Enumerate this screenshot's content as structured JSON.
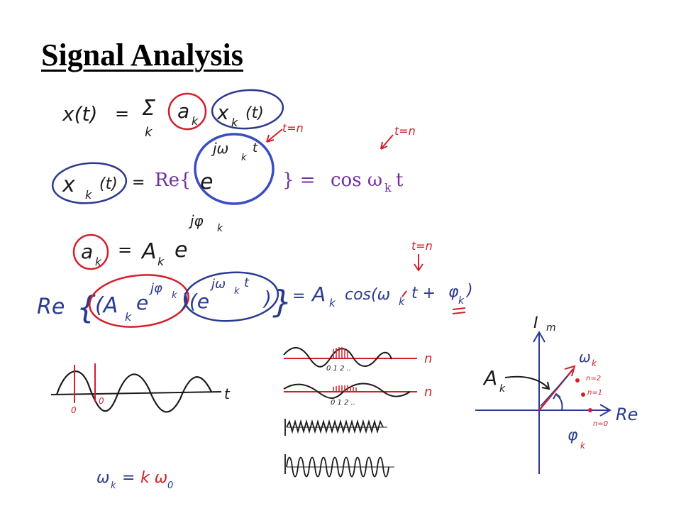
{
  "slide": {
    "title": "Signal Analysis"
  },
  "equations": {
    "sum": {
      "lhs": "x(t)",
      "equals": "=",
      "sigma": "Σ",
      "sigma_index": "k",
      "coef_base": "a",
      "coef_sub": "k",
      "basis_base": "x",
      "basis_sub": "k",
      "basis_arg": "(t)"
    },
    "basis": {
      "lhs_base": "x",
      "lhs_sub": "k",
      "lhs_arg": "(t)",
      "equals": "=",
      "re_open": "Re{",
      "exp_base": "e",
      "exponent": "jω",
      "exponent_sub": "k",
      "exponent_t": "t",
      "re_close": "} =",
      "rhs": "cos ω",
      "rhs_sub": "k",
      "rhs_t": "t"
    },
    "coef": {
      "lhs_base": "a",
      "lhs_sub": "k",
      "equals": "=",
      "amp": "A",
      "amp_sub": "k",
      "exp_base": "e",
      "exponent": "jφ",
      "exponent_sub": "k"
    },
    "product": {
      "re": "Re",
      "open_brace": "{",
      "left_paren": "(A",
      "left_sub": "k",
      "left_exp_base": "e",
      "left_exponent": "jφ",
      "left_exponent_sub": "k",
      "right_paren": ")(e",
      "right_exponent": "jω",
      "right_exponent_sub": "k",
      "right_exponent_t": "t",
      "right_close": ")",
      "close_brace": "}",
      "equals": "=",
      "rhs_amp": "A",
      "rhs_amp_sub": "k",
      "rhs_cos": "cos(ω",
      "rhs_cos_sub": "k",
      "rhs_t": "t +",
      "rhs_phi": "φ",
      "rhs_phi_sub": "k",
      "rhs_close": ")"
    }
  },
  "annotations": {
    "t_eq_n_1": "t=n",
    "t_eq_n_2": "t=n",
    "t_eq_n_3": "t=n"
  },
  "graphs": {
    "cos_plot": {
      "axis_label": "t",
      "zero_1": "0",
      "zero_2": "0"
    },
    "sampled_1": {
      "axis_label": "n",
      "ticks": "0 1 2 .."
    },
    "sampled_2": {
      "axis_label": "n",
      "ticks": "0 1 2 .."
    },
    "harmonic_note": {
      "lhs": "ω",
      "lhs_sub": "k",
      "equals": "=",
      "rhs": "k ω",
      "rhs_sub": "0"
    },
    "phasor": {
      "im_label": "I",
      "im_sub": "m",
      "re_label": "Re",
      "amp_label": "A",
      "amp_sub": "k",
      "omega_label": "ω",
      "omega_sub": "k",
      "phi_label": "φ",
      "phi_sub": "k",
      "n0": "n=0",
      "n1": "n=1",
      "n2": "n=2"
    }
  },
  "colors": {
    "ink_black": "#1a1a1a",
    "ink_red": "#d21f2c",
    "ink_blue": "#2b3a8f",
    "typed_purple": "#7030a0",
    "circle_blue": "#3a4ec2"
  }
}
